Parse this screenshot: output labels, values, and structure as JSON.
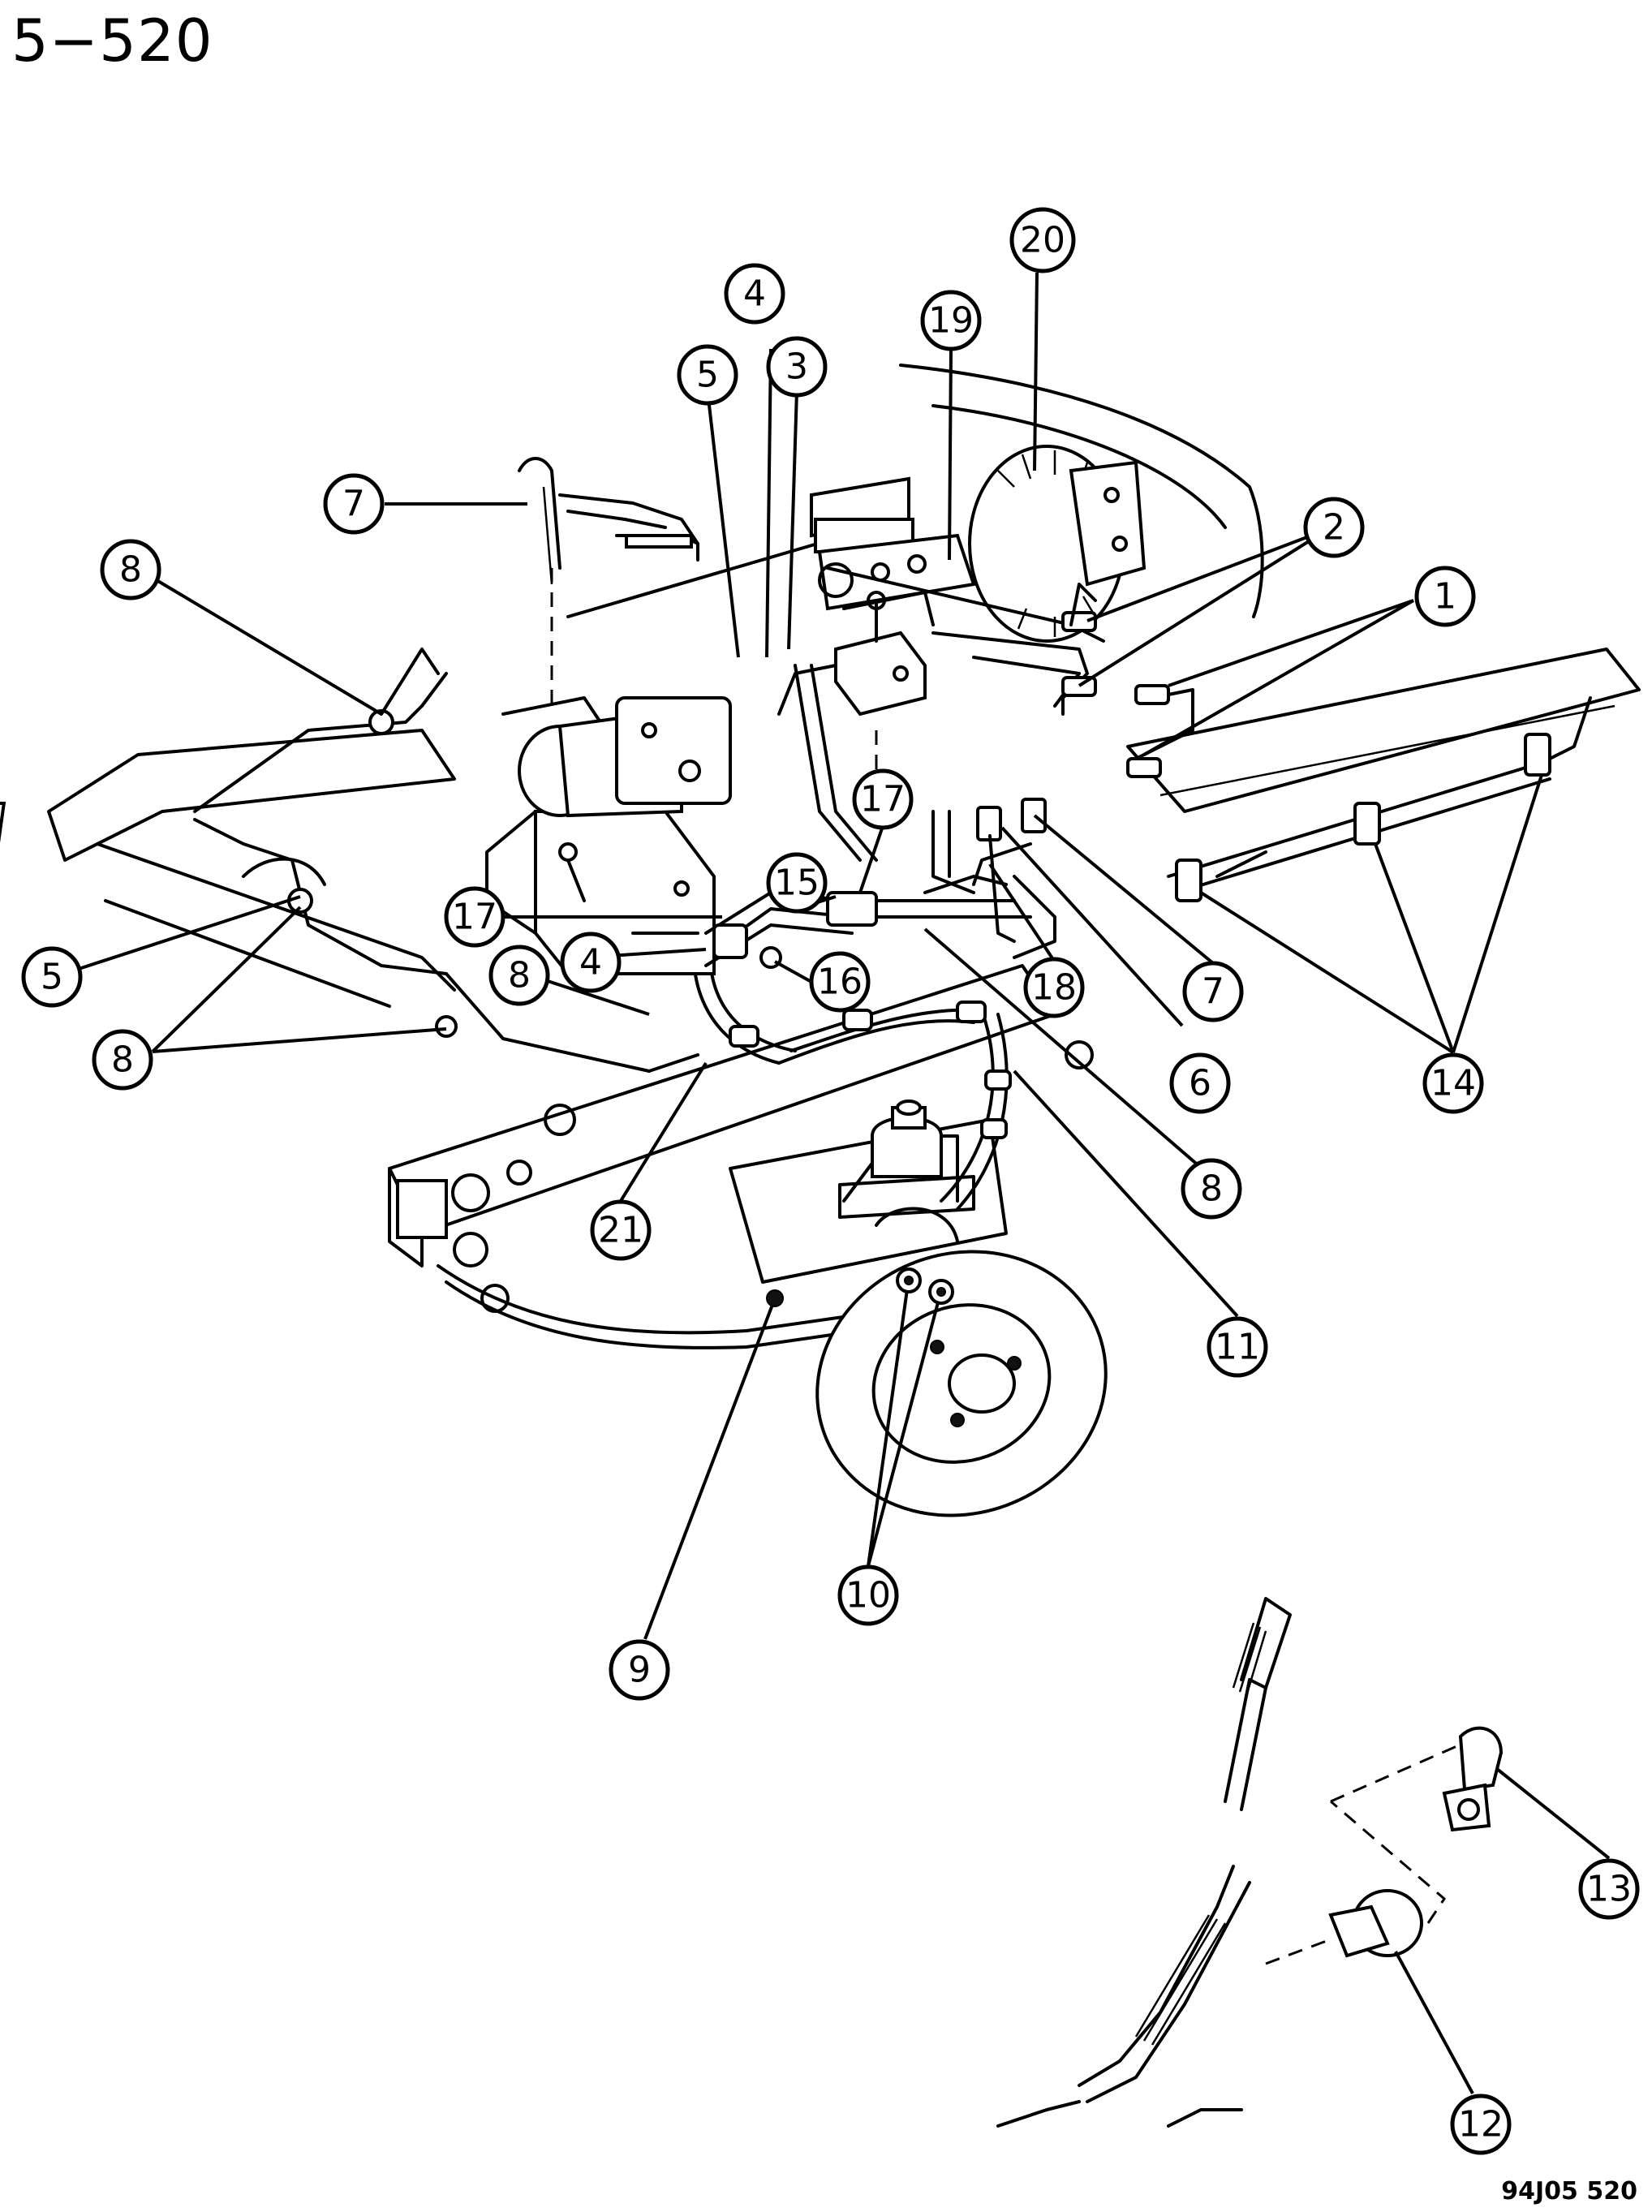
{
  "page": {
    "page_number": "5−520",
    "figure_code": "94J05 520"
  },
  "callouts": [
    {
      "id": "c1",
      "label": "1"
    },
    {
      "id": "c2",
      "label": "2"
    },
    {
      "id": "c3",
      "label": "3"
    },
    {
      "id": "c4a",
      "label": "4"
    },
    {
      "id": "c4b",
      "label": "4"
    },
    {
      "id": "c5a",
      "label": "5"
    },
    {
      "id": "c5b",
      "label": "5"
    },
    {
      "id": "c6",
      "label": "6"
    },
    {
      "id": "c7a",
      "label": "7"
    },
    {
      "id": "c7b",
      "label": "7"
    },
    {
      "id": "c8a",
      "label": "8"
    },
    {
      "id": "c8b",
      "label": "8"
    },
    {
      "id": "c8c",
      "label": "8"
    },
    {
      "id": "c8d",
      "label": "8"
    },
    {
      "id": "c9",
      "label": "9"
    },
    {
      "id": "c10",
      "label": "10"
    },
    {
      "id": "c11",
      "label": "11"
    },
    {
      "id": "c12",
      "label": "12"
    },
    {
      "id": "c13",
      "label": "13"
    },
    {
      "id": "c14",
      "label": "14"
    },
    {
      "id": "c15",
      "label": "15"
    },
    {
      "id": "c16",
      "label": "16"
    },
    {
      "id": "c17a",
      "label": "17"
    },
    {
      "id": "c17b",
      "label": "17"
    },
    {
      "id": "c18",
      "label": "18"
    },
    {
      "id": "c19",
      "label": "19"
    },
    {
      "id": "c20",
      "label": "20"
    },
    {
      "id": "c21",
      "label": "21"
    }
  ]
}
